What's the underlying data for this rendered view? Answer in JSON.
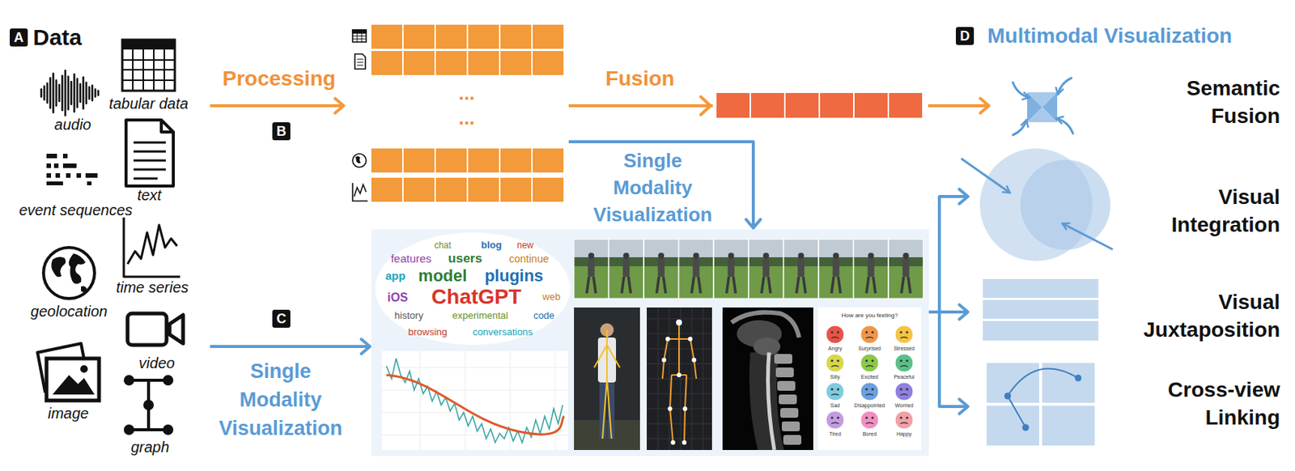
{
  "diagram": {
    "nodes": [
      {
        "text": [
          "Data",
          "audio",
          "tabular data",
          "text",
          "event sequences",
          "time series",
          "geolocation",
          "video",
          "image",
          "graph"
        ]
      },
      {
        "text": [
          "A"
        ],
        "in": 0
      },
      {
        "text": [
          "B"
        ]
      },
      {
        "text": [
          "...",
          "..."
        ]
      },
      {
        "text": [
          "C"
        ]
      },
      {
        "text": [
          "chat",
          "blog",
          "new",
          "features",
          "users",
          "continue",
          "app",
          "model",
          "plugins",
          "iOS",
          "ChatGPT",
          "web",
          "history",
          "experimental",
          "code",
          "browsing",
          "conversations"
        ]
      },
      {
        "text": [
          "How are you feeling?",
          "Angry",
          "Surprised",
          "Stressed",
          "Silly",
          "Excited",
          "Peaceful",
          "Sad",
          "Disappointed",
          "Worried",
          "Tired",
          "Bored",
          "Happy"
        ],
        "in": 5
      },
      {
        "text": [
          "D"
        ]
      },
      {
        "text": [
          "Semantic Fusion"
        ]
      },
      {
        "text": [
          "Visual Integration"
        ]
      },
      {
        "text": [
          "Visual Juxtaposition"
        ]
      },
      {
        "text": [
          "Cross-view Linking"
        ]
      }
    ],
    "edges": [
      {
        "from": 0,
        "to": 3,
        "arrow": "to",
        "label": "Processing"
      },
      {
        "from": 3,
        "to": 8,
        "arrow": "to",
        "label": "Fusion"
      },
      {
        "from": 3,
        "to": 5,
        "arrow": "to",
        "label": "Single Modality Visualization"
      },
      {
        "from": 0,
        "to": 5,
        "arrow": "to",
        "label": "Single Modality Visualization"
      },
      {
        "from": 5,
        "to": 9,
        "arrow": "to"
      },
      {
        "from": 5,
        "to": 10,
        "arrow": "to"
      },
      {
        "from": 5,
        "to": 11,
        "arrow": "to"
      }
    ],
    "labels": [
      "Multimodal Visualization"
    ]
  }
}
